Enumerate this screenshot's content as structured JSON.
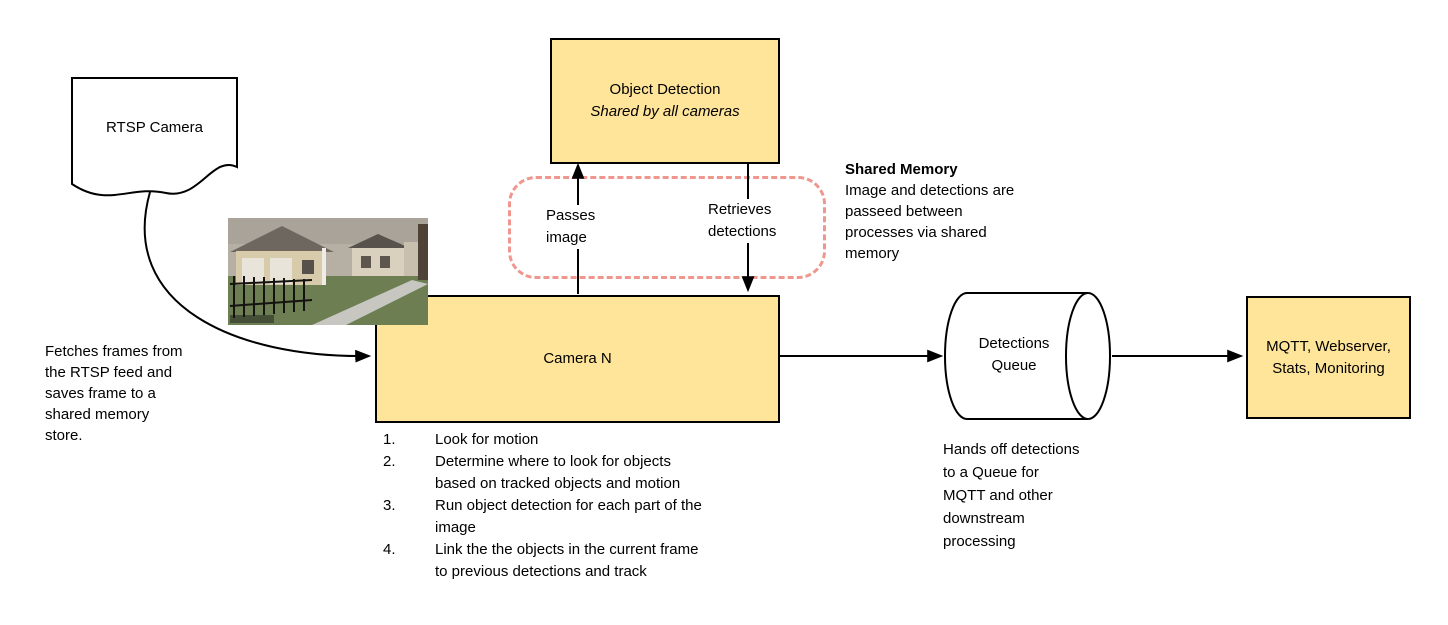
{
  "colors": {
    "node_fill": "#ffe59a",
    "node_border": "#000000",
    "shared_memory_border": "#ef978e",
    "arrow": "#000000"
  },
  "nodes": {
    "rtsp_camera": {
      "label": "RTSP Camera"
    },
    "object_detection": {
      "title": "Object Detection",
      "subtitle": "Shared by all cameras"
    },
    "camera_n": {
      "label": "Camera N"
    },
    "detections_queue": {
      "label": "Detections\nQueue"
    },
    "outputs": {
      "label": "MQTT, Webserver,\nStats, Monitoring"
    }
  },
  "labels": {
    "passes_image": "Passes\nimage",
    "retrieves_detections": "Retrieves\ndetections"
  },
  "annotations": {
    "fetch_note": "Fetches frames from\nthe RTSP feed and\nsaves frame to a\nshared memory\nstore.",
    "shared_memory_title": "Shared Memory",
    "shared_memory_body": "Image and detections are\npasseed between\nprocesses via shared\nmemory",
    "queue_note": "Hands off detections\nto a Queue for\nMQTT and other\ndownstream\nprocessing"
  },
  "camera_steps": [
    {
      "num": "1.",
      "text": "Look for motion"
    },
    {
      "num": "2.",
      "text": "Determine where to look for objects\nbased on tracked objects and motion"
    },
    {
      "num": "3.",
      "text": "Run object detection for each part of the\nimage"
    },
    {
      "num": "4.",
      "text": "Link the the objects in the current frame\nto previous detections and track"
    }
  ]
}
